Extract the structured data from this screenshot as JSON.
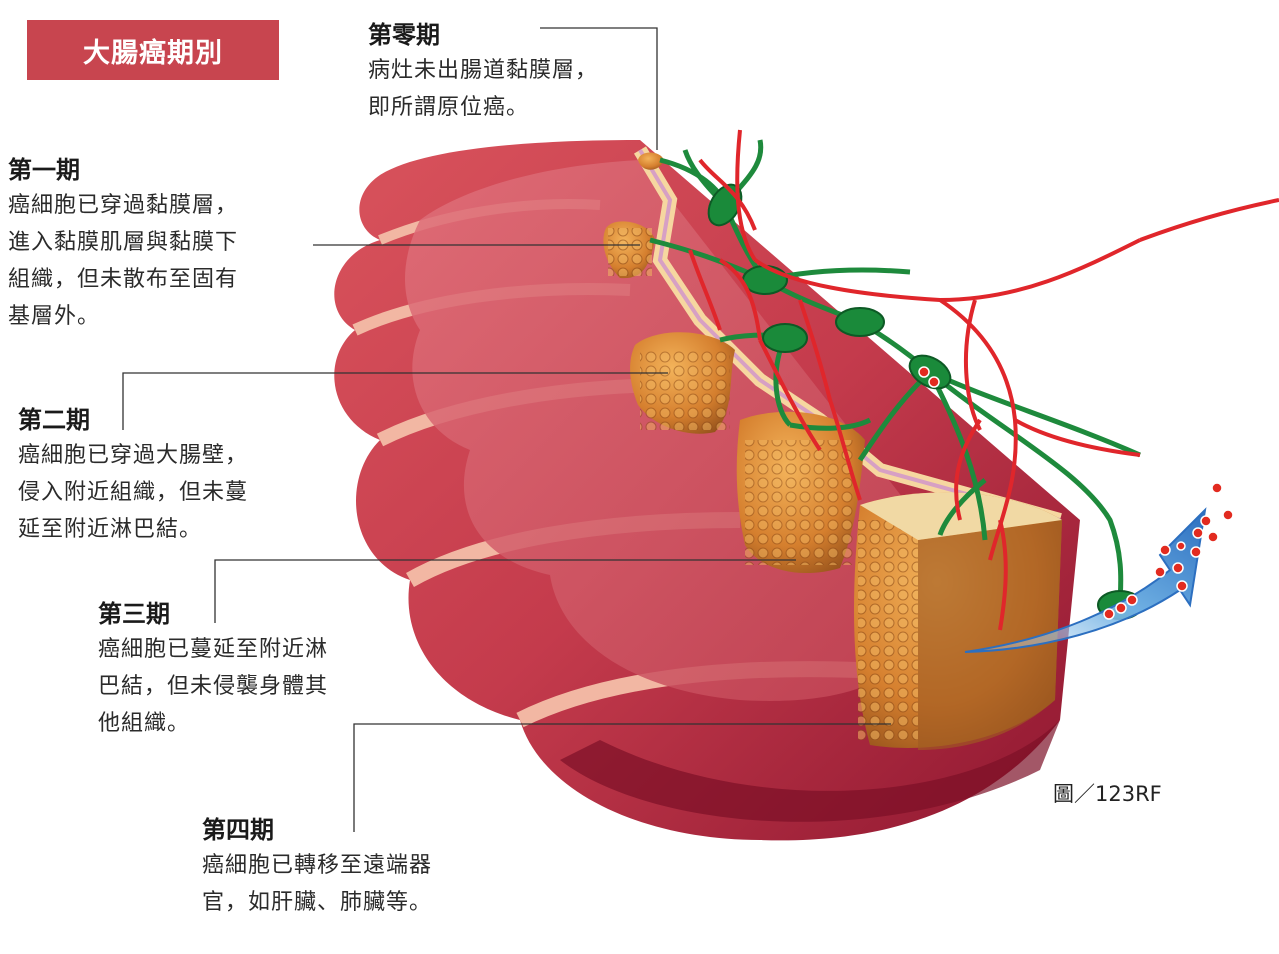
{
  "title": "大腸癌期別",
  "stages": [
    {
      "title": "第零期",
      "desc": "病灶未出腸道黏膜層，\n即所謂原位癌。"
    },
    {
      "title": "第一期",
      "desc": "癌細胞已穿過黏膜層，\n進入黏膜肌層與黏膜下\n組織，但未散布至固有\n基層外。"
    },
    {
      "title": "第二期",
      "desc": "癌細胞已穿過大腸壁，\n侵入附近組織，但未蔓\n延至附近淋巴結。"
    },
    {
      "title": "第三期",
      "desc": "癌細胞已蔓延至附近淋\n巴結，但未侵襲身體其\n他組織。"
    },
    {
      "title": "第四期",
      "desc": "癌細胞已轉移至遠端器\n官，如肝臟、肺臟等。"
    }
  ],
  "credit": "圖／123RF",
  "colors": {
    "title_bg": "#c8454f",
    "colon_dark": "#9b1f35",
    "colon_mid": "#c94a56",
    "colon_light": "#f4b9a0",
    "tumor": "#d98a3a",
    "lymph": "#1e8a3c",
    "vessel": "#e0262b",
    "arrow": "#3f8fd6"
  }
}
